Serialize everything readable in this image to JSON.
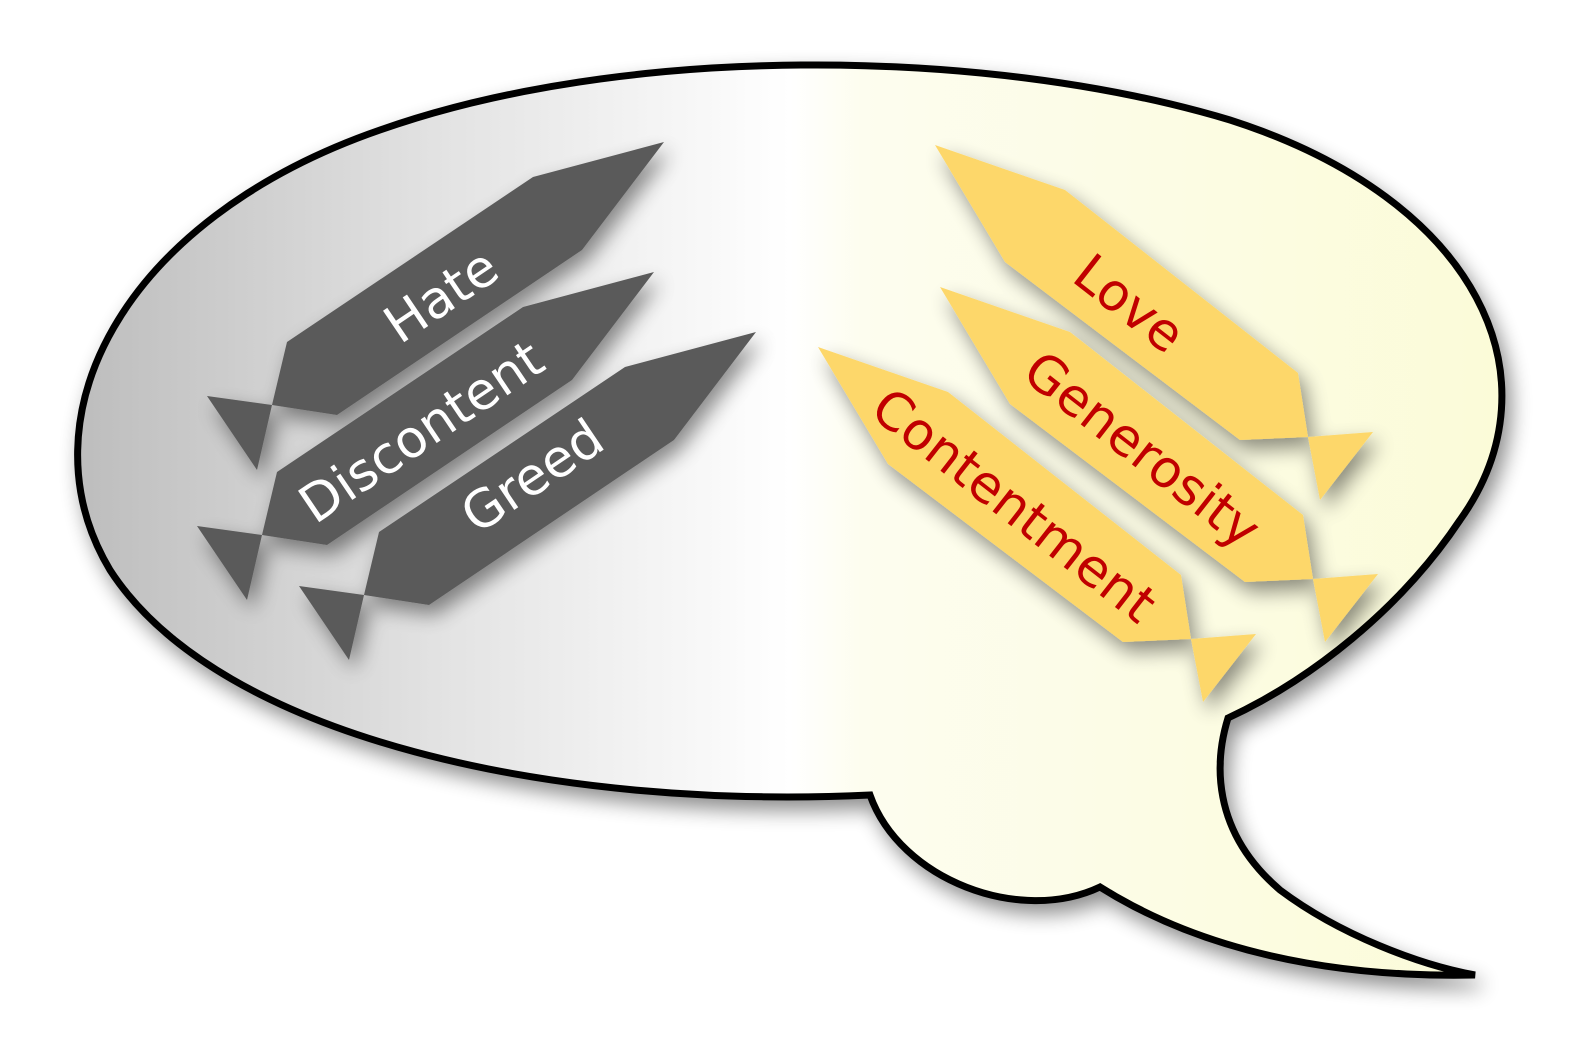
{
  "negative_words": [
    "Hate",
    "Discontent",
    "Greed"
  ],
  "positive_words": [
    "Love",
    "Generosity",
    "Contentment"
  ],
  "colors": {
    "negative_arrow": "#5a5a5a",
    "negative_text": "#ffffff",
    "positive_arrow": "#fdd76a",
    "positive_text": "#c00000",
    "bubble_outline": "#000000"
  }
}
